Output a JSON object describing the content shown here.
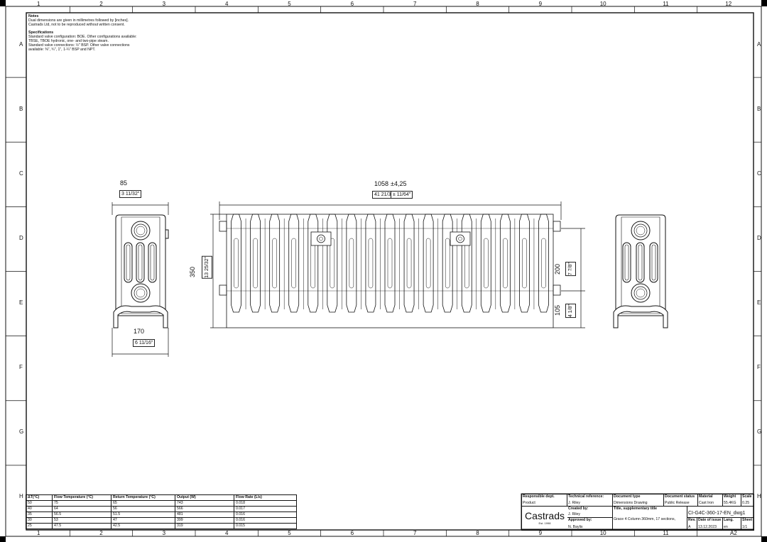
{
  "drawing": {
    "border": {
      "columns": [
        "1",
        "2",
        "3",
        "4",
        "5",
        "6",
        "7",
        "8",
        "9",
        "10",
        "11",
        "12"
      ],
      "rows": [
        "A",
        "B",
        "C",
        "D",
        "E",
        "F",
        "G",
        "H"
      ]
    },
    "notes": {
      "heading": "Notes",
      "lines": [
        "Dual dimensions are given in millimetres followed by [inches].",
        "Castrads Ltd, not to be reproduced without written consent."
      ],
      "spec_heading": "Specifications",
      "spec_lines": [
        "Standard valve configuration: BOE. Other configurations available:",
        "TBSE, TBOE hydronic, one- and two-pipe steam.",
        "Standard valve connections: ½\" BSP. Other valve connections",
        "available: ⅜\", ¾\", 1\", 1-¼\" BSP and NPT."
      ]
    },
    "dimensions": {
      "side_width_mm": "85",
      "side_width_in": "3 11/32\"",
      "side_depth_mm": "170",
      "side_depth_in": "6 11/16\"",
      "overall_width_mm": "1058",
      "overall_width_tol": "±4,25",
      "overall_width_in": "41 21/32\"",
      "overall_width_in_tol": "± 11/64\"",
      "height_mm": "350",
      "height_in": "13 25/32\"",
      "centres_mm": "200",
      "centres_in": "7 7/8\"",
      "floor_to_centre_mm": "105",
      "floor_to_centre_in": "4 1/8\""
    },
    "radiator": {
      "sections": 17
    }
  },
  "output_table": {
    "headers": [
      "ΔT(°C)",
      "Flow Temperature (°C)",
      "Return Temperature (°C)",
      "Output (W)",
      "Flow Rate (L/s)"
    ],
    "rows": [
      [
        "50",
        "75",
        "65",
        "743",
        "0.018"
      ],
      [
        "40",
        "64",
        "56",
        "566",
        "0.017"
      ],
      [
        "35",
        "56.5",
        "51.5",
        "481",
        "0.016"
      ],
      [
        "30",
        "53",
        "47",
        "399",
        "0.016"
      ],
      [
        "25",
        "47.5",
        "42.5",
        "319",
        "0.015"
      ]
    ]
  },
  "title_block": {
    "brand": "Castrads",
    "established": "Est. 1998",
    "responsible_dept_label": "Responsible dept.",
    "responsible_dept": "Product",
    "tech_ref_label": "Technical reference:",
    "tech_ref": "J. Riley",
    "created_by_label": "Created by:",
    "created_by": "J. Riley",
    "approved_by_label": "Approved by:",
    "approved_by": "N. Baylis",
    "doc_type_label": "Document type",
    "doc_type": "Dimensions Drawing",
    "doc_status_label": "Document status",
    "doc_status": "Public Release",
    "material_label": "Material",
    "material": "Cast Iron",
    "weight_label": "Weight",
    "weight": "55.4KG",
    "scale_label": "Scale",
    "scale": "0.25",
    "title_label": "Title, supplementary title",
    "title": "Grace 4 Column 360mm, 17 sections,",
    "doc_id": "CI-G4C-360-17-EN_dwg1",
    "rev_label": "Rev.",
    "rev": "A",
    "date_label": "Date of issue",
    "date": "13.12.2023",
    "lang_label": "Lang.",
    "lang": "en",
    "sheet_label": "Sheet",
    "sheet": "1/1",
    "paper_size": "A2"
  }
}
